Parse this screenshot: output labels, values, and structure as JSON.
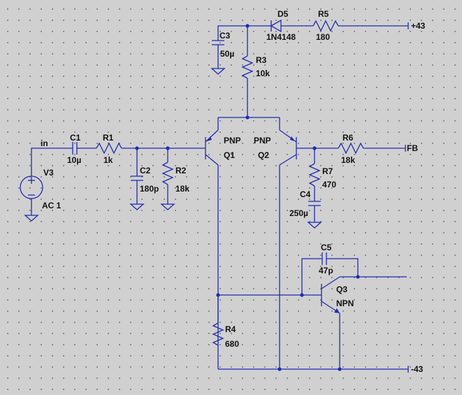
{
  "components": {
    "V3": {
      "name": "V3",
      "value": "AC 1"
    },
    "C1": {
      "name": "C1",
      "value": "10µ"
    },
    "R1": {
      "name": "R1",
      "value": "1k"
    },
    "C2": {
      "name": "C2",
      "value": "180p"
    },
    "R2": {
      "name": "R2",
      "value": "18k"
    },
    "Q1": {
      "name": "Q1",
      "type": "PNP"
    },
    "Q2": {
      "name": "Q2",
      "type": "PNP"
    },
    "Q3": {
      "name": "Q3",
      "type": "NPN"
    },
    "R3": {
      "name": "R3",
      "value": "10k"
    },
    "C3": {
      "name": "C3",
      "value": "50µ"
    },
    "D5": {
      "name": "D5",
      "value": "1N4148"
    },
    "R5": {
      "name": "R5",
      "value": "180"
    },
    "R6": {
      "name": "R6",
      "value": "18k"
    },
    "R7": {
      "name": "R7",
      "value": "470"
    },
    "C4": {
      "name": "C4",
      "value": "250µ"
    },
    "C5": {
      "name": "C5",
      "value": "47p"
    },
    "R4": {
      "name": "R4",
      "value": "680"
    }
  },
  "nets": {
    "input": "in",
    "feedback": "FB",
    "positive_supply": "+43",
    "negative_supply": "-43"
  },
  "colors": {
    "wire": "#1f2bb0",
    "background": "#d0d0d0",
    "grid_dot": "#7a7a7a",
    "text": "#111111"
  }
}
